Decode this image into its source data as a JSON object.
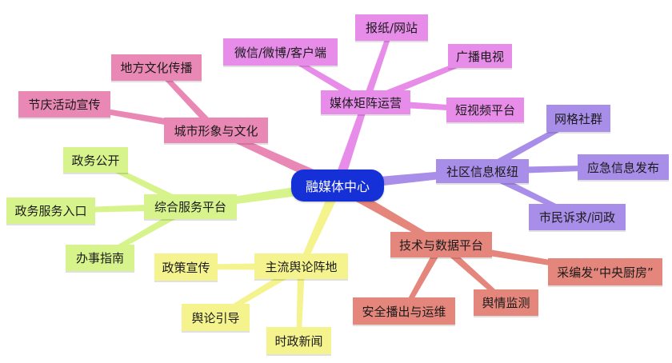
{
  "root": {
    "label": "融媒体中心",
    "color": "#1630d8"
  },
  "branches": [
    {
      "label": "媒体矩阵运营",
      "color": "#e78ce9",
      "leaves": [
        "报纸/网站",
        "微信/微博/客户端",
        "广播电视",
        "短视频平台"
      ]
    },
    {
      "label": "社区信息枢纽",
      "color": "#a98ee9",
      "leaves": [
        "网格社群",
        "应急信息发布",
        "市民诉求/问政"
      ]
    },
    {
      "label": "技术与数据平台",
      "color": "#e5867c",
      "leaves": [
        "采编发“中央厨房”",
        "舆情监测",
        "安全播出与运维"
      ]
    },
    {
      "label": "主流舆论阵地",
      "color": "#f5f38d",
      "leaves": [
        "政策宣传",
        "舆论引导",
        "时政新闻"
      ]
    },
    {
      "label": "综合服务平台",
      "color": "#d7f48c",
      "leaves": [
        "政务公开",
        "政务服务入口",
        "办事指南"
      ]
    },
    {
      "label": "城市形象与文化",
      "color": "#e988b4",
      "leaves": [
        "地方文化传播",
        "节庆活动宣传"
      ]
    }
  ]
}
